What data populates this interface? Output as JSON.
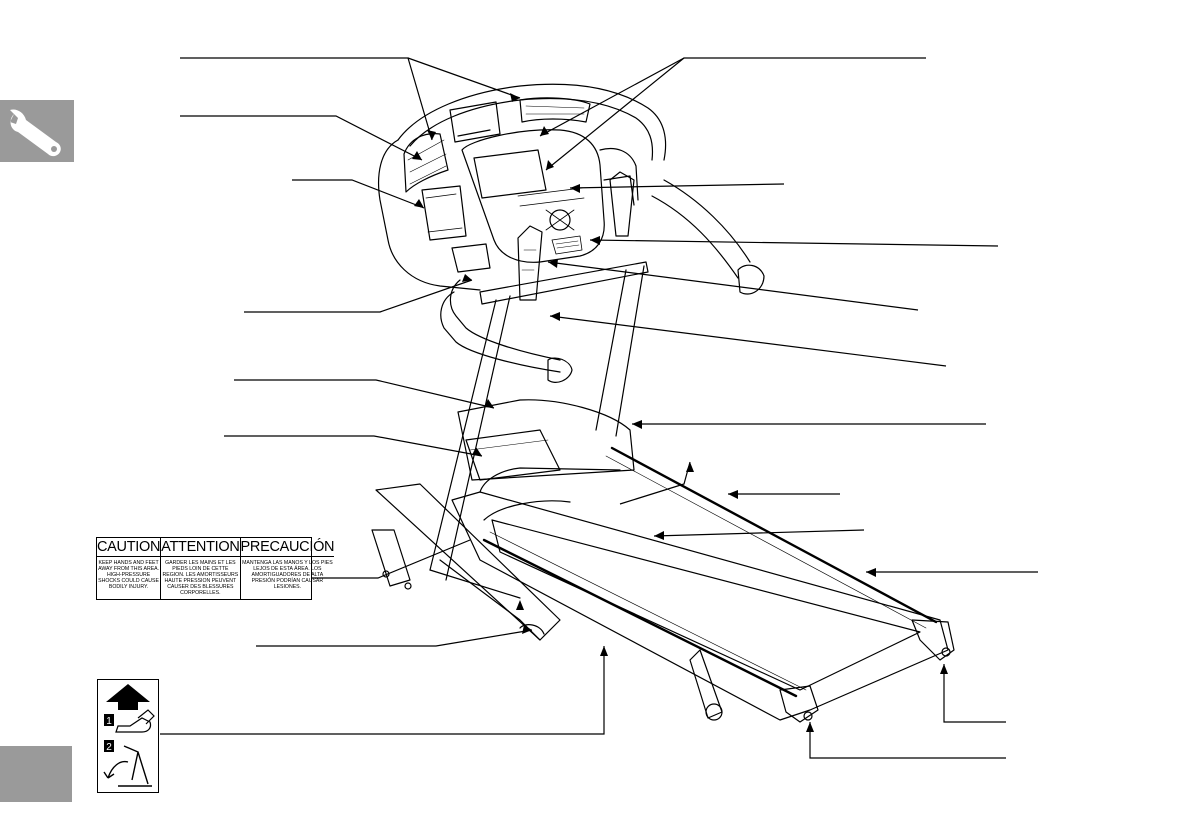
{
  "caution_label": {
    "columns": [
      {
        "heading": "CAUTION",
        "body": "KEEP HANDS AND FEET AWAY FROM THIS AREA. HIGH-PRESSURE SHOCKS COULD CAUSE BODILY INJURY."
      },
      {
        "heading": "ATTENTION",
        "body": "GARDER LES MAINS ET LES PIEDS LOIN DE CETTE REGION. LES AMORTISSEURS HAUTE PRESSION PEUVENT CAUSER DES BLESSURES CORPORELLES."
      },
      {
        "heading": "PRECAUCIÓN",
        "body": "MANTENGA LAS MANOS Y LOS PIES LEJOS DE ESTA ÁREA. LOS AMORTIGUADORES DE ALTA PRESIÓN PODRÍAN CAUSAR LESIONES."
      }
    ]
  },
  "fold_label": {
    "steps": [
      "1",
      "2"
    ]
  },
  "icons": {
    "section_tab": "wrench-icon",
    "fold_up": "arrow-up-icon"
  },
  "colors": {
    "tab_gray": "#9a9a9a",
    "line": "#000000"
  }
}
